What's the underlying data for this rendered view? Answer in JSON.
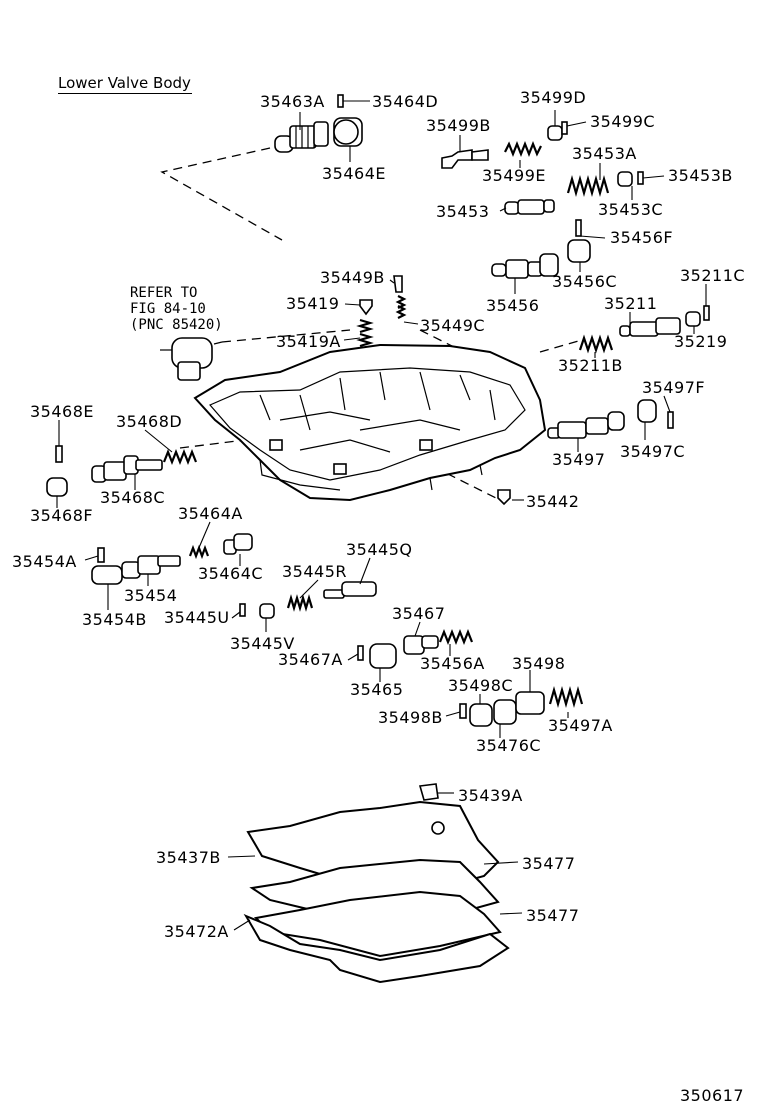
{
  "title": "Lower Valve Body",
  "reference_note": "REFER TO\nFIG 84-10\n(PNC 85420)",
  "figure_number": "350617",
  "part_labels": [
    "35463A",
    "35464D",
    "35464E",
    "35499D",
    "35499B",
    "35499C",
    "35499E",
    "35453A",
    "35453B",
    "35453",
    "35453C",
    "35456F",
    "35456",
    "35456C",
    "35449B",
    "35419",
    "35449C",
    "35419A",
    "35211C",
    "35211",
    "35219",
    "35211B",
    "35497F",
    "35497",
    "35497C",
    "35442",
    "35468E",
    "35468D",
    "35468C",
    "35468F",
    "35464A",
    "35454A",
    "35464C",
    "35454",
    "35454B",
    "35445Q",
    "35445R",
    "35445U",
    "35445V",
    "35467",
    "35467A",
    "35456A",
    "35465",
    "35498",
    "35498C",
    "35498B",
    "35497A",
    "35476C",
    "35439A",
    "35437B",
    "35477",
    "35477",
    "35472A"
  ]
}
